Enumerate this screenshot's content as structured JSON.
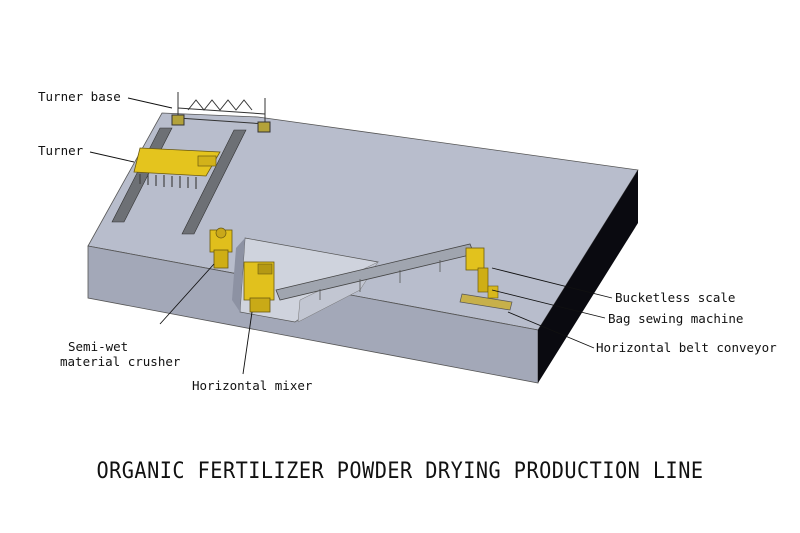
{
  "title": "ORGANIC FERTILIZER POWDER DRYING PRODUCTION LINE",
  "labels": {
    "turner_base": "Turner base",
    "turner": "Turner",
    "crusher_line1": "Semi-wet",
    "crusher_line2": "material crusher",
    "mixer": "Horizontal mixer",
    "scale": "Bucketless scale",
    "sewing": "Bag sewing machine",
    "conveyor": "Horizontal belt conveyor"
  },
  "colors": {
    "platform_top": "#b7bccb",
    "platform_front": "#9ba0b2",
    "platform_side": "#0b0b12",
    "machine": "#e5c51f",
    "rail": "#6c6f74"
  }
}
